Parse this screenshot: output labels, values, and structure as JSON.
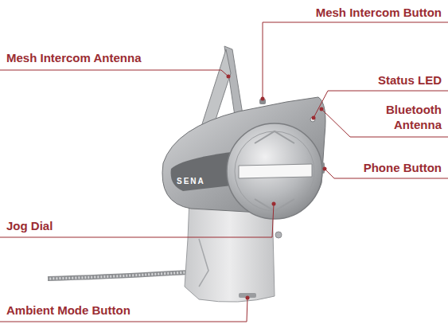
{
  "diagram": {
    "labels": [
      "Mesh Intercom Button",
      "Mesh Intercom Antenna",
      "Status LED",
      "Bluetooth Antenna",
      "Phone Button",
      "SENA",
      "Jog Dial",
      "Ambient Mode Button"
    ]
  }
}
